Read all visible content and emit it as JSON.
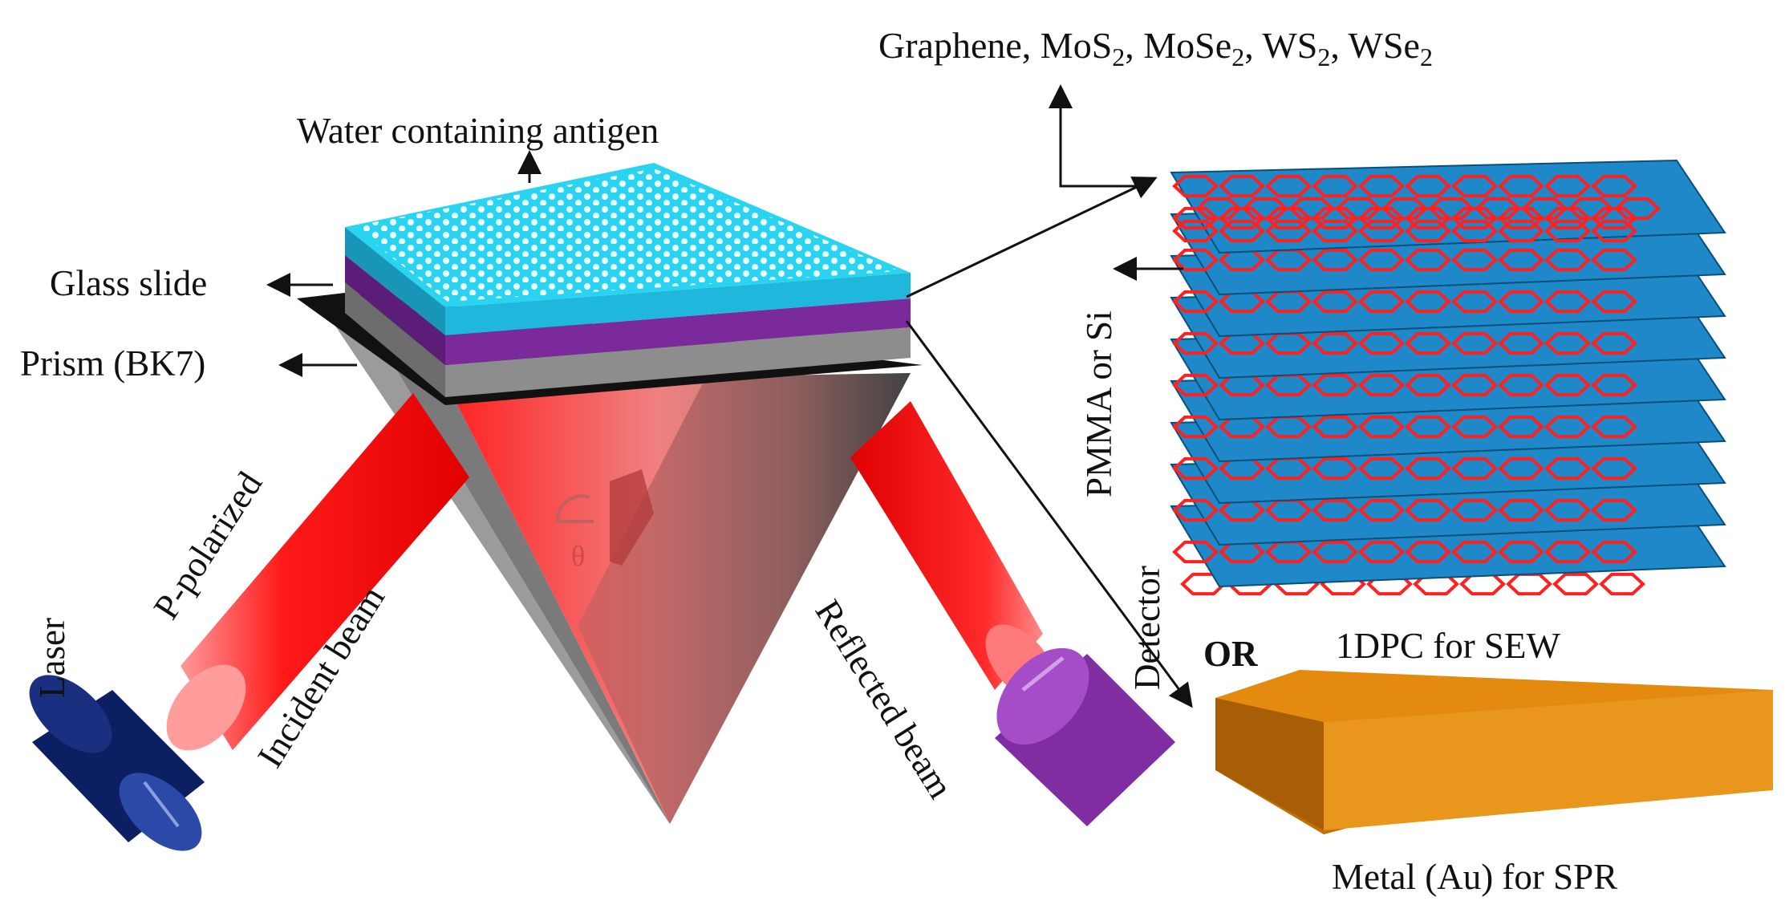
{
  "labels": {
    "water": "Water containing antigen",
    "glass": "Glass slide",
    "prism": "Prism (BK7)",
    "laser": "Laser",
    "ppol": "P-polarized",
    "incident": "Incident beam",
    "theta": "θ",
    "reflected": "Reflected beam",
    "detector": "Detector",
    "pmma": "PMMA or Si",
    "dpc": "1DPC for SEW",
    "or": "OR",
    "metal": "Metal (Au) for SPR",
    "materials": {
      "graphene": "Graphene, ",
      "mo": "MoS",
      "two1": "2",
      "sep1": ", MoSe",
      "two2": "2",
      "sep2": ", WS",
      "two3": "2",
      "sep3": ", WSe",
      "two4": "2"
    }
  },
  "colors": {
    "water": "#29d4f2",
    "purple": "#7b2a9c",
    "gray": "#8d8d8d",
    "black": "#111111",
    "laser": "#0d1f63",
    "detector": "#7f2da0",
    "beam": "#ff1a1a",
    "dpc_layer": "#1e88c8",
    "hex": "#ff2020",
    "metal": "#e38a0f"
  },
  "dpc_layer_count": 9
}
